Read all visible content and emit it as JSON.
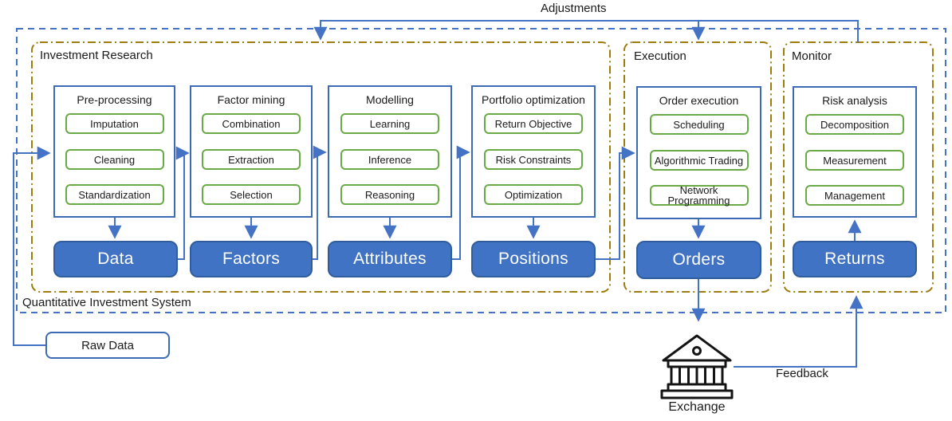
{
  "title": "Quantitative Investment System diagram",
  "labels": {
    "adjustments": "Adjustments",
    "feedback": "Feedback",
    "system": "Quantitative Investment System",
    "raw_data": "Raw Data",
    "exchange": "Exchange"
  },
  "sections": {
    "research": {
      "title": "Investment Research"
    },
    "execution": {
      "title": "Execution"
    },
    "monitor": {
      "title": "Monitor"
    }
  },
  "modules": [
    {
      "id": "pre-processing",
      "title": "Pre-processing",
      "items": [
        "Imputation",
        "Cleaning",
        "Standardization"
      ],
      "output": "Data"
    },
    {
      "id": "factor-mining",
      "title": "Factor mining",
      "items": [
        "Combination",
        "Extraction",
        "Selection"
      ],
      "output": "Factors"
    },
    {
      "id": "modelling",
      "title": "Modelling",
      "items": [
        "Learning",
        "Inference",
        "Reasoning"
      ],
      "output": "Attributes"
    },
    {
      "id": "portfolio-optimization",
      "title": "Portfolio optimization",
      "items": [
        "Return Objective",
        "Risk Constraints",
        "Optimization"
      ],
      "output": "Positions"
    },
    {
      "id": "order-execution",
      "title": "Order execution",
      "items": [
        "Scheduling",
        "Algorithmic Trading",
        "Network Programming"
      ],
      "output": "Orders"
    },
    {
      "id": "risk-analysis",
      "title": "Risk analysis",
      "items": [
        "Decomposition",
        "Measurement",
        "Management"
      ],
      "output": "Returns"
    }
  ],
  "icons": {
    "bank_icon": "bank-building"
  },
  "colors": {
    "line_blue": "#4472c4",
    "box_border_blue": "#3c6ab5",
    "pill_fill": "#4173c4",
    "pill_border": "#2f5d9e",
    "green_border": "#6aaa46",
    "section_gold": "#9e7c0f",
    "icon_black": "#141414"
  }
}
